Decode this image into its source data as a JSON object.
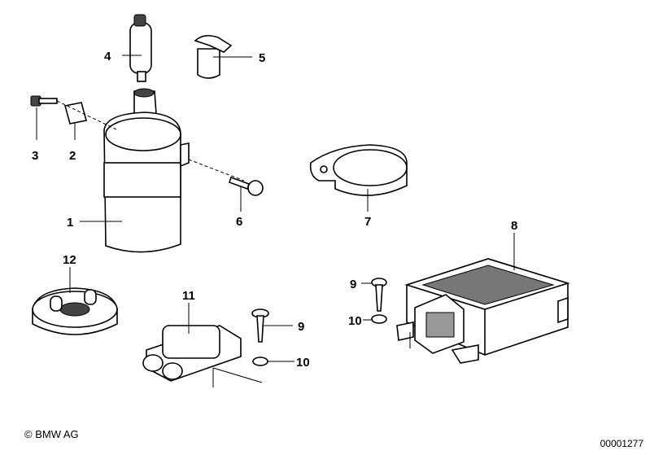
{
  "callouts": {
    "c1": "1",
    "c2": "2",
    "c3": "3",
    "c4": "4",
    "c5": "5",
    "c6": "6",
    "c7": "7",
    "c8": "8",
    "c9a": "9",
    "c9b": "9",
    "c10a": "10",
    "c10b": "10",
    "c11": "11",
    "c12": "12"
  },
  "footer": {
    "copyright": "© BMW AG",
    "doc_number": "00001277"
  }
}
